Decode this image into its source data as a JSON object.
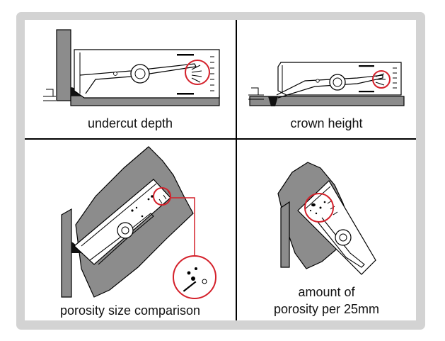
{
  "colors": {
    "frame": "#d3d3d3",
    "border": "#000000",
    "metal": "#8c8c8c",
    "highlight": "#d4202a",
    "weld": "#111111"
  },
  "panels": [
    {
      "caption": "undercut depth",
      "gauge_icon": "gauge-horizontal"
    },
    {
      "caption": "crown height",
      "gauge_icon": "gauge-horizontal"
    },
    {
      "caption": "porosity size comparison",
      "gauge_icon": "gauge-diagonal"
    },
    {
      "caption_line1": "amount of",
      "caption_line2": "porosity per 25mm",
      "gauge_icon": "gauge-diagonal"
    }
  ]
}
